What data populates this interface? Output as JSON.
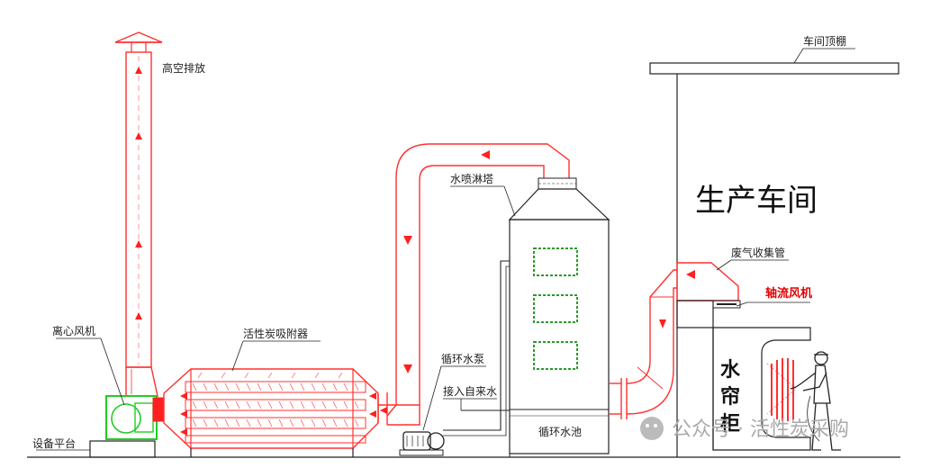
{
  "labels": {
    "stack_exhaust": "高空排放",
    "roof": "车间顶棚",
    "workshop": "生产车间",
    "spray_tower": "水喷淋塔",
    "collection_pipe": "废气收集管",
    "axial_fan": "轴流风机",
    "centrifugal_fan": "离心风机",
    "carbon_adsorber": "活性炭吸附器",
    "circulation_pump": "循环水泵",
    "tap_water": "接入自来水",
    "circulation_pool": "循环水池",
    "platform": "设备平台",
    "water_curtain": [
      "水",
      "帘",
      "柜"
    ]
  },
  "watermark": "公众号 · 活性炭采购",
  "colors": {
    "duct": "#ff3030",
    "arrow": "#ff2020",
    "fan": "#22cc22",
    "window": "#2a9a2a",
    "outline": "#222222",
    "axial_label": "#e00000"
  }
}
